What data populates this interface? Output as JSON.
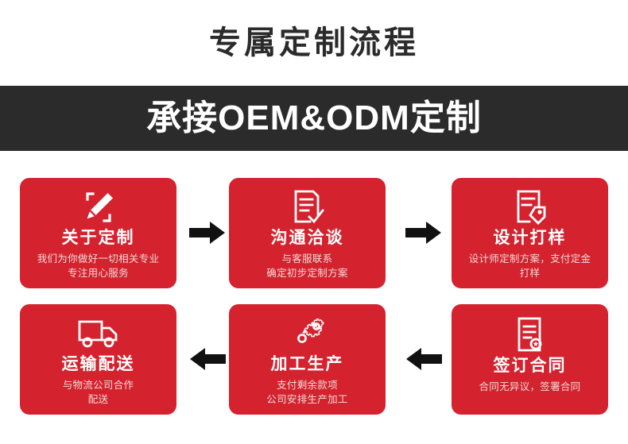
{
  "header": {
    "title": "专属定制流程",
    "banner": "承接OEM&ODM定制"
  },
  "colors": {
    "card_red": "#d4222e",
    "banner_dark": "#2b2b2b",
    "title_dark": "#2b2b2b",
    "arrow_black": "#111111",
    "sub_text": "#f6dada",
    "page_bg": "#ffffff"
  },
  "flow": {
    "steps": [
      {
        "index": "1",
        "icon": "pencil-design-icon",
        "title": "关于定制",
        "subtitle": "我们为你做好一切相关专业\n专注用心服务"
      },
      {
        "index": "2",
        "icon": "document-check-icon",
        "title": "沟通洽谈",
        "subtitle": "与客服联系\n确定初步定制方案"
      },
      {
        "index": "3",
        "icon": "document-tag-icon",
        "title": "设计打样",
        "subtitle": "设计师定制方案，支付定金\n打样"
      },
      {
        "index": "4",
        "icon": "contract-seal-icon",
        "title": "签订合同",
        "subtitle": "合同无异议，签署合同"
      },
      {
        "index": "5",
        "icon": "gears-icon",
        "title": "加工生产",
        "subtitle": "支付剩余款项\n公司安排生产加工"
      },
      {
        "index": "6",
        "icon": "truck-icon",
        "title": "运输配送",
        "subtitle": "与物流公司合作\n配送"
      }
    ],
    "arrows": [
      {
        "name": "arrow-right-step1-step2",
        "direction": "right"
      },
      {
        "name": "arrow-right-step2-step3",
        "direction": "right"
      },
      {
        "name": "arrow-left-step4-step5",
        "direction": "left"
      },
      {
        "name": "arrow-left-step5-step6",
        "direction": "left"
      }
    ]
  }
}
